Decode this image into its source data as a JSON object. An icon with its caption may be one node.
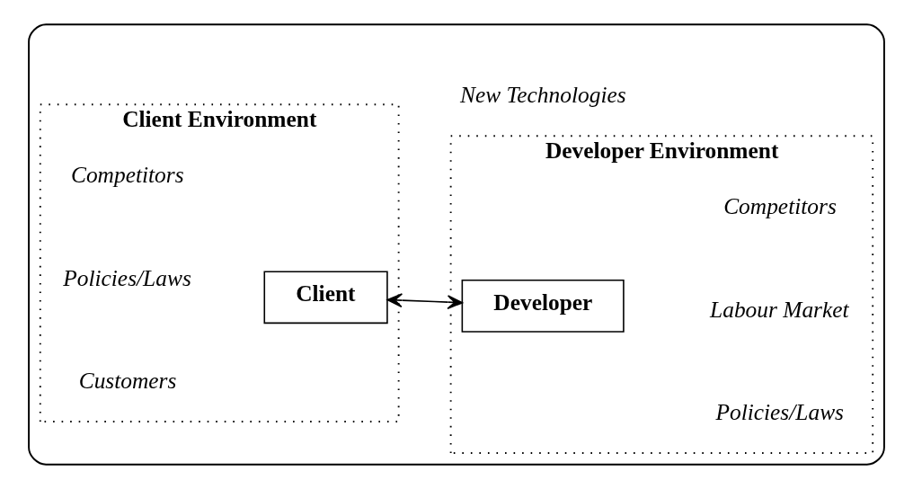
{
  "diagram": {
    "nodes": [
      {
        "text": [],
        "shape": "ellipse"
      },
      {
        "text": [
          "Client Environment"
        ],
        "in": 0
      },
      {
        "text": [
          "Developer Environment"
        ],
        "in": 0
      },
      {
        "text": [
          "Client"
        ],
        "in": 1
      },
      {
        "text": [
          "Developer"
        ],
        "in": 2
      }
    ],
    "edges": [
      {
        "from": 3,
        "to": 4,
        "arrow": "both"
      }
    ],
    "labels": [
      "Policies/Laws",
      "Policies/Laws",
      "Customers",
      "Labour Market",
      "Competitors",
      "Competitors",
      "New Technologies"
    ]
  }
}
